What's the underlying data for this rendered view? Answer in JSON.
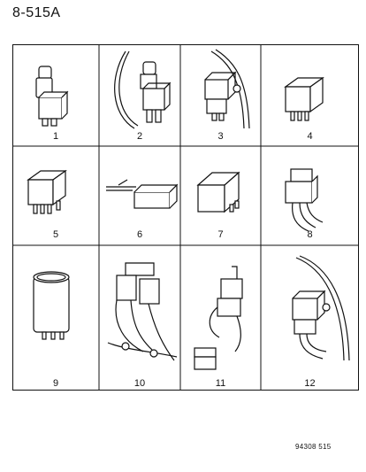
{
  "title": "8-515A",
  "footer_code": "94308 515",
  "cells": [
    {
      "label": "1",
      "icon": "relay-upright-icon"
    },
    {
      "label": "2",
      "icon": "relay-with-harness-icon"
    },
    {
      "label": "3",
      "icon": "relay-with-harness-icon"
    },
    {
      "label": "4",
      "icon": "relay-cube-icon"
    },
    {
      "label": "5",
      "icon": "relay-cube-icon"
    },
    {
      "label": "6",
      "icon": "relay-flat-icon"
    },
    {
      "label": "7",
      "icon": "relay-cube-icon"
    },
    {
      "label": "8",
      "icon": "connector-icon"
    },
    {
      "label": "9",
      "icon": "cylindrical-relay-icon"
    },
    {
      "label": "10",
      "icon": "dual-relay-bracket-icon"
    },
    {
      "label": "11",
      "icon": "relay-with-harness-icon"
    },
    {
      "label": "12",
      "icon": "relay-with-harness-icon"
    }
  ]
}
